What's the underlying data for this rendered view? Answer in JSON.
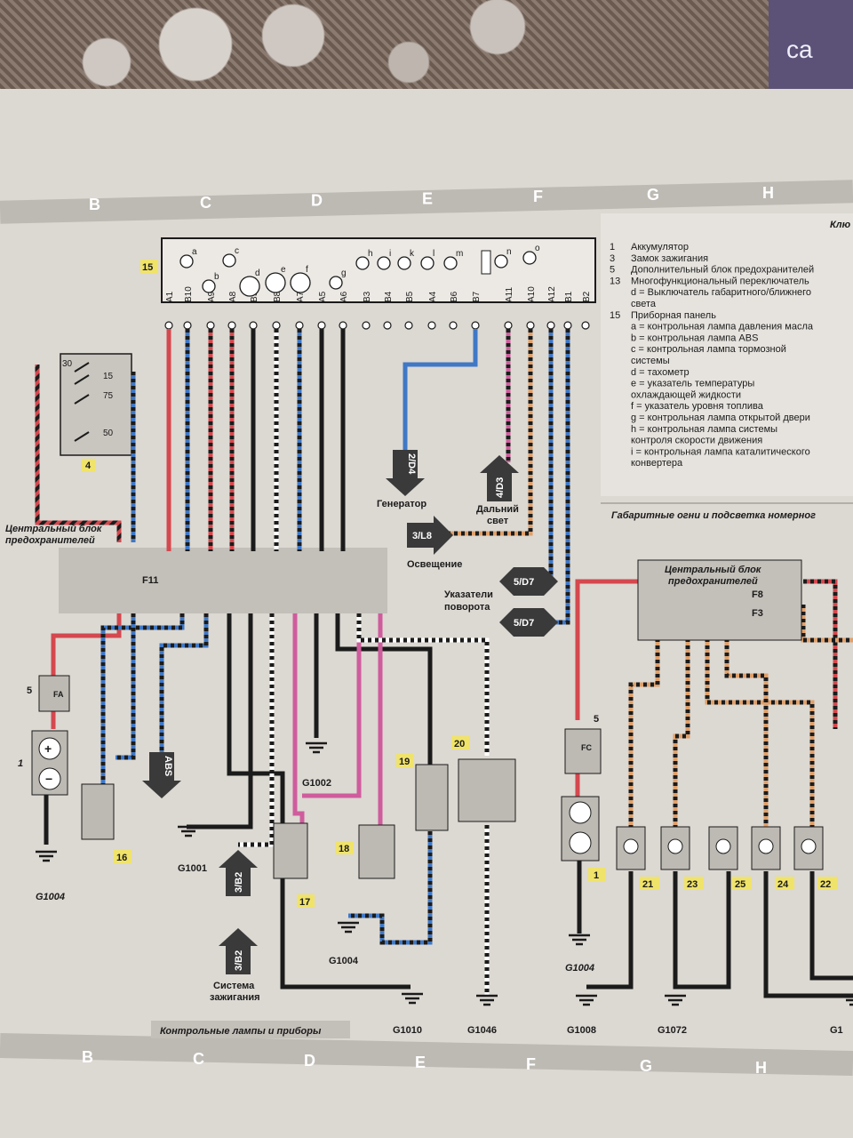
{
  "colors": {
    "paper": "#dcd8d2",
    "grid_band": "#bdb9b3",
    "legend_bg": "#e6e3de",
    "wire_red": "#d4484e",
    "wire_blue": "#3f78c6",
    "wire_pink": "#cf5c9d",
    "wire_orange": "#e0a06a",
    "wire_black": "#1b1b1b",
    "wire_white": "#ffffff",
    "label_yellow": "#f0e36a"
  },
  "cover_text": "са",
  "grid_top": [
    "B",
    "C",
    "D",
    "E",
    "F",
    "G",
    "H"
  ],
  "grid_bottom": [
    "B",
    "C",
    "D",
    "E",
    "F",
    "G",
    "H"
  ],
  "panel_label": "15",
  "pins": [
    "A1",
    "B10",
    "A9",
    "A8",
    "B9",
    "B8",
    "A7",
    "A5",
    "A6",
    "B3",
    "B4",
    "B5",
    "A4",
    "B6",
    "B7",
    "A11",
    "A10",
    "A12",
    "B1",
    "B2"
  ],
  "lamp_letters": [
    "a",
    "b",
    "c",
    "d",
    "e",
    "f",
    "g",
    "h",
    "i",
    "k",
    "l",
    "m",
    "n",
    "o"
  ],
  "ignition": {
    "label": "4",
    "terms": [
      "30",
      "15",
      "75",
      "50"
    ]
  },
  "fuse_box_label": "Центральный блок\nпредохранителей",
  "fuse_f11": "F11",
  "connectors": {
    "generator": "2/D4",
    "generator_label": "Генератор",
    "high_beam": "4/D3",
    "high_beam_label": "Дальний\nсвет",
    "lighting": "3/L8",
    "lighting_label": "Освещение",
    "turn1": "5/D7",
    "turn2": "5/D7",
    "turn_label": "Указатели\nповорота",
    "abs": "ABS",
    "ign1": "3/B2",
    "ign2": "3/B2",
    "ign_label": "Система\nзажигания"
  },
  "components": {
    "fa_num": "5",
    "fa": "FA",
    "battery_num": "1",
    "c16": "16",
    "c17": "17",
    "c18": "18",
    "c19": "19",
    "c20": "20"
  },
  "grounds": [
    "G1004",
    "G1001",
    "G1002",
    "G1004",
    "G1010",
    "G1046",
    "G1004",
    "G1008",
    "G1072",
    "G1"
  ],
  "bottom_title": "Контрольные лампы и приборы",
  "legend_title": "Клю",
  "legend": [
    [
      "1",
      "Аккумулятор"
    ],
    [
      "3",
      "Замок зажигания"
    ],
    [
      "5",
      "Дополнительный блок предохранителей"
    ],
    [
      "13",
      "Многофункциональный переключатель"
    ],
    [
      "",
      "d = Выключатель габаритного/ближнего"
    ],
    [
      "",
      "      света"
    ],
    [
      "15",
      "Приборная панель"
    ],
    [
      "",
      "a = контрольная лампа давления масла"
    ],
    [
      "",
      "b = контрольная лампа ABS"
    ],
    [
      "",
      "c = контрольная лампа тормозной"
    ],
    [
      "",
      "      системы"
    ],
    [
      "",
      "d = тахометр"
    ],
    [
      "",
      "e = указатель температуры"
    ],
    [
      "",
      "      охлаждающей жидкости"
    ],
    [
      "",
      "f =  указатель уровня топлива"
    ],
    [
      "",
      "g = контрольная лампа открытой двери"
    ],
    [
      "",
      "h = контрольная лампа системы"
    ],
    [
      "",
      "      контроля скорости движения"
    ],
    [
      "",
      "i =  контрольная лампа каталитического"
    ],
    [
      "",
      "      конвертера"
    ]
  ],
  "right_title": "Габаритные огни и подсветка номерног",
  "right_fuse_label": "Центральный блок\nпредохранителей",
  "right_fuses": [
    "F8",
    "F3"
  ],
  "right_components": {
    "fc_num": "5",
    "fc": "FC",
    "battery_num": "1",
    "lamps": [
      "21",
      "23",
      "25",
      "24",
      "22"
    ]
  }
}
